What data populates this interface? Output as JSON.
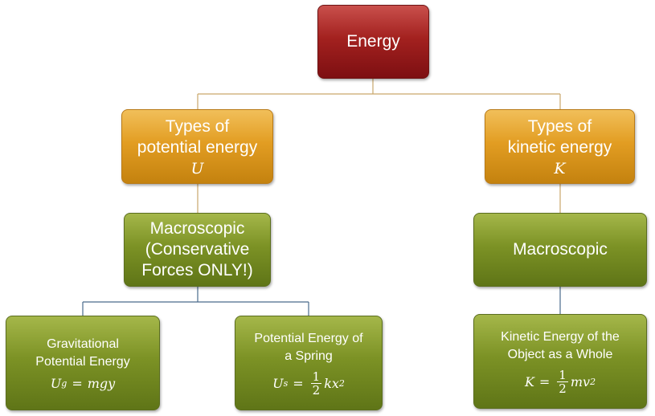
{
  "root": {
    "label": "Energy"
  },
  "potential": {
    "title_line1": "Types of",
    "title_line2": "potential energy",
    "symbol": "U",
    "macro": {
      "line1": "Macroscopic",
      "line2": "(Conservative",
      "line3": "Forces ONLY!)"
    },
    "gravitational": {
      "line1": "Gravitational",
      "line2": "Potential Energy",
      "eq_lhs": "U",
      "eq_lhs_sub": "g",
      "eq_eq": "=",
      "eq_rhs": "mgy"
    },
    "spring": {
      "line1": "Potential Energy of",
      "line2": "a Spring",
      "eq_lhs": "U",
      "eq_lhs_sub": "s",
      "eq_eq": "=",
      "frac_num": "1",
      "frac_den": "2",
      "eq_rhs": "kx",
      "eq_rhs_sup": "2"
    }
  },
  "kinetic": {
    "title_line1": "Types of",
    "title_line2": "kinetic energy",
    "symbol": "K",
    "macro": {
      "line1": "Macroscopic"
    },
    "whole": {
      "line1": "Kinetic Energy of the",
      "line2": "Object as a Whole",
      "eq_lhs": "K",
      "eq_eq": "=",
      "frac_num": "1",
      "frac_den": "2",
      "eq_rhs": "mv",
      "eq_rhs_sup": "2"
    }
  },
  "colors": {
    "connector_top": "#c9a76a",
    "connector_bottom": "#4a6b8c",
    "red": "#a3211f",
    "orange": "#e29d22",
    "green": "#7c9225"
  }
}
